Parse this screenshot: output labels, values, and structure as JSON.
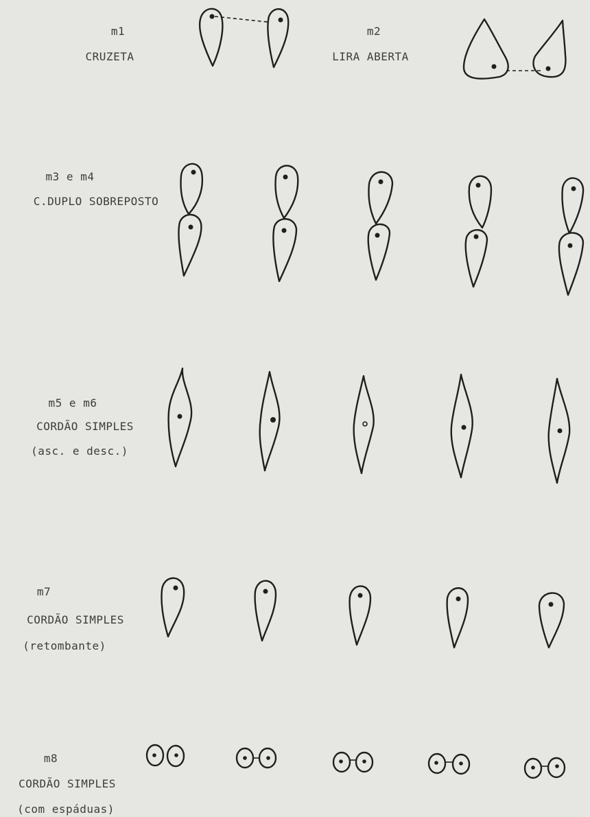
{
  "rows": {
    "m1": {
      "code": "m1",
      "name": "CRUZETA"
    },
    "m2": {
      "code": "m2",
      "name": "LIRA ABERTA"
    },
    "m3m4": {
      "code": "m3 e m4",
      "name": "C.DUPLO SOBREPOSTO"
    },
    "m5m6": {
      "code": "m5 e m6",
      "name": "CORDÃO SIMPLES",
      "note": "(asc. e desc.)"
    },
    "m7": {
      "code": "m7",
      "name": "CORDÃO SIMPLES",
      "note": "(retombante)"
    },
    "m8": {
      "code": "m8",
      "name": "CORDÃO SIMPLES",
      "note": "(com espáduas)"
    }
  }
}
